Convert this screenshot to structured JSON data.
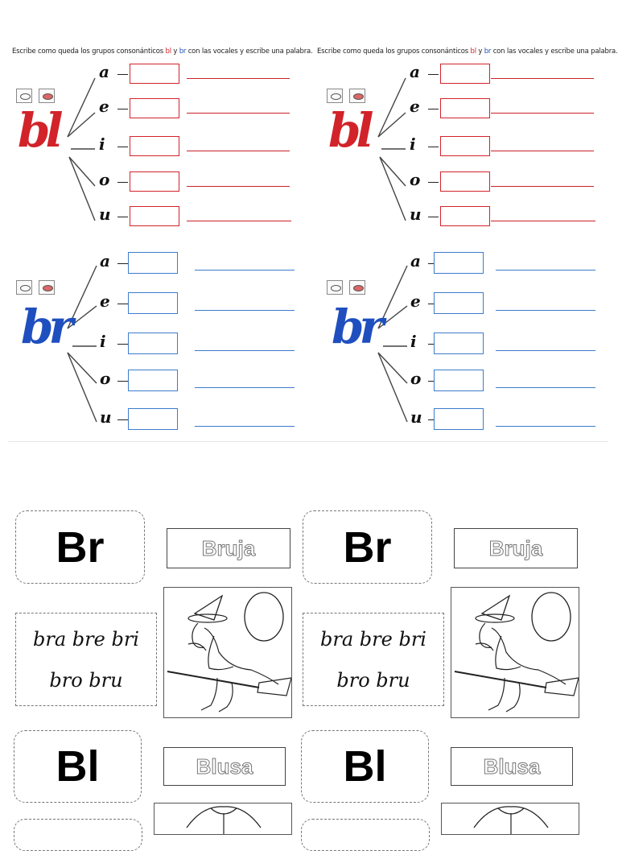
{
  "worksheet": {
    "instruction_prefix": "Escribe como queda los grupos consonánticos ",
    "instruction_bl": "bl",
    "instruction_y": " y ",
    "instruction_br": "br",
    "instruction_suffix": " con las vocales y escribe una palabra.",
    "group_bl": "bl",
    "group_br": "br",
    "vowels": [
      "a",
      "e",
      "i",
      "o",
      "u"
    ],
    "colors": {
      "red": "#d2232a",
      "blue": "#1f4fbf"
    }
  },
  "cards": {
    "br_title": "Br",
    "br_word": "Bruja",
    "br_syllables_row1": "bra bre bri",
    "br_syllables_row2": "bro bru",
    "bl_title": "Bl",
    "bl_word": "Blusa"
  }
}
